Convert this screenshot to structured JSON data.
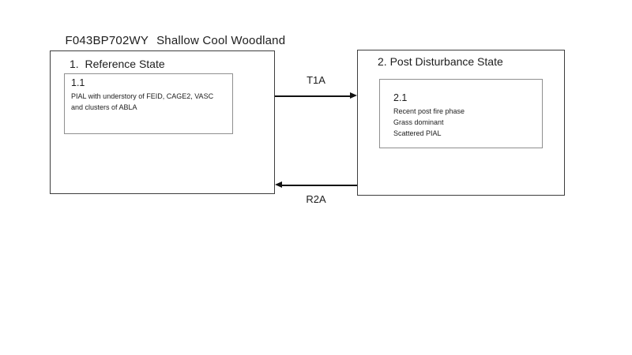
{
  "title": {
    "code": "F043BP702WY",
    "name": "Shallow Cool Woodland"
  },
  "colors": {
    "background": "#ffffff",
    "text": "#1d1d1d",
    "state_border": "#3d3d3d",
    "phase_border": "#8f8f8f",
    "arrow": "#111111"
  },
  "states": [
    {
      "label": "1.  Reference State",
      "phases": [
        {
          "id": "1.1",
          "lines": [
            "PIAL with understory of FEID, CAGE2, VASC and clusters of ABLA"
          ]
        }
      ]
    },
    {
      "label": "2. Post Disturbance State",
      "phases": [
        {
          "id": "2.1",
          "lines": [
            "Recent post fire phase",
            "Grass dominant",
            "Scattered PIAL"
          ]
        }
      ]
    }
  ],
  "transitions": [
    {
      "label": "T1A",
      "direction": "right"
    },
    {
      "label": "R2A",
      "direction": "left"
    }
  ]
}
